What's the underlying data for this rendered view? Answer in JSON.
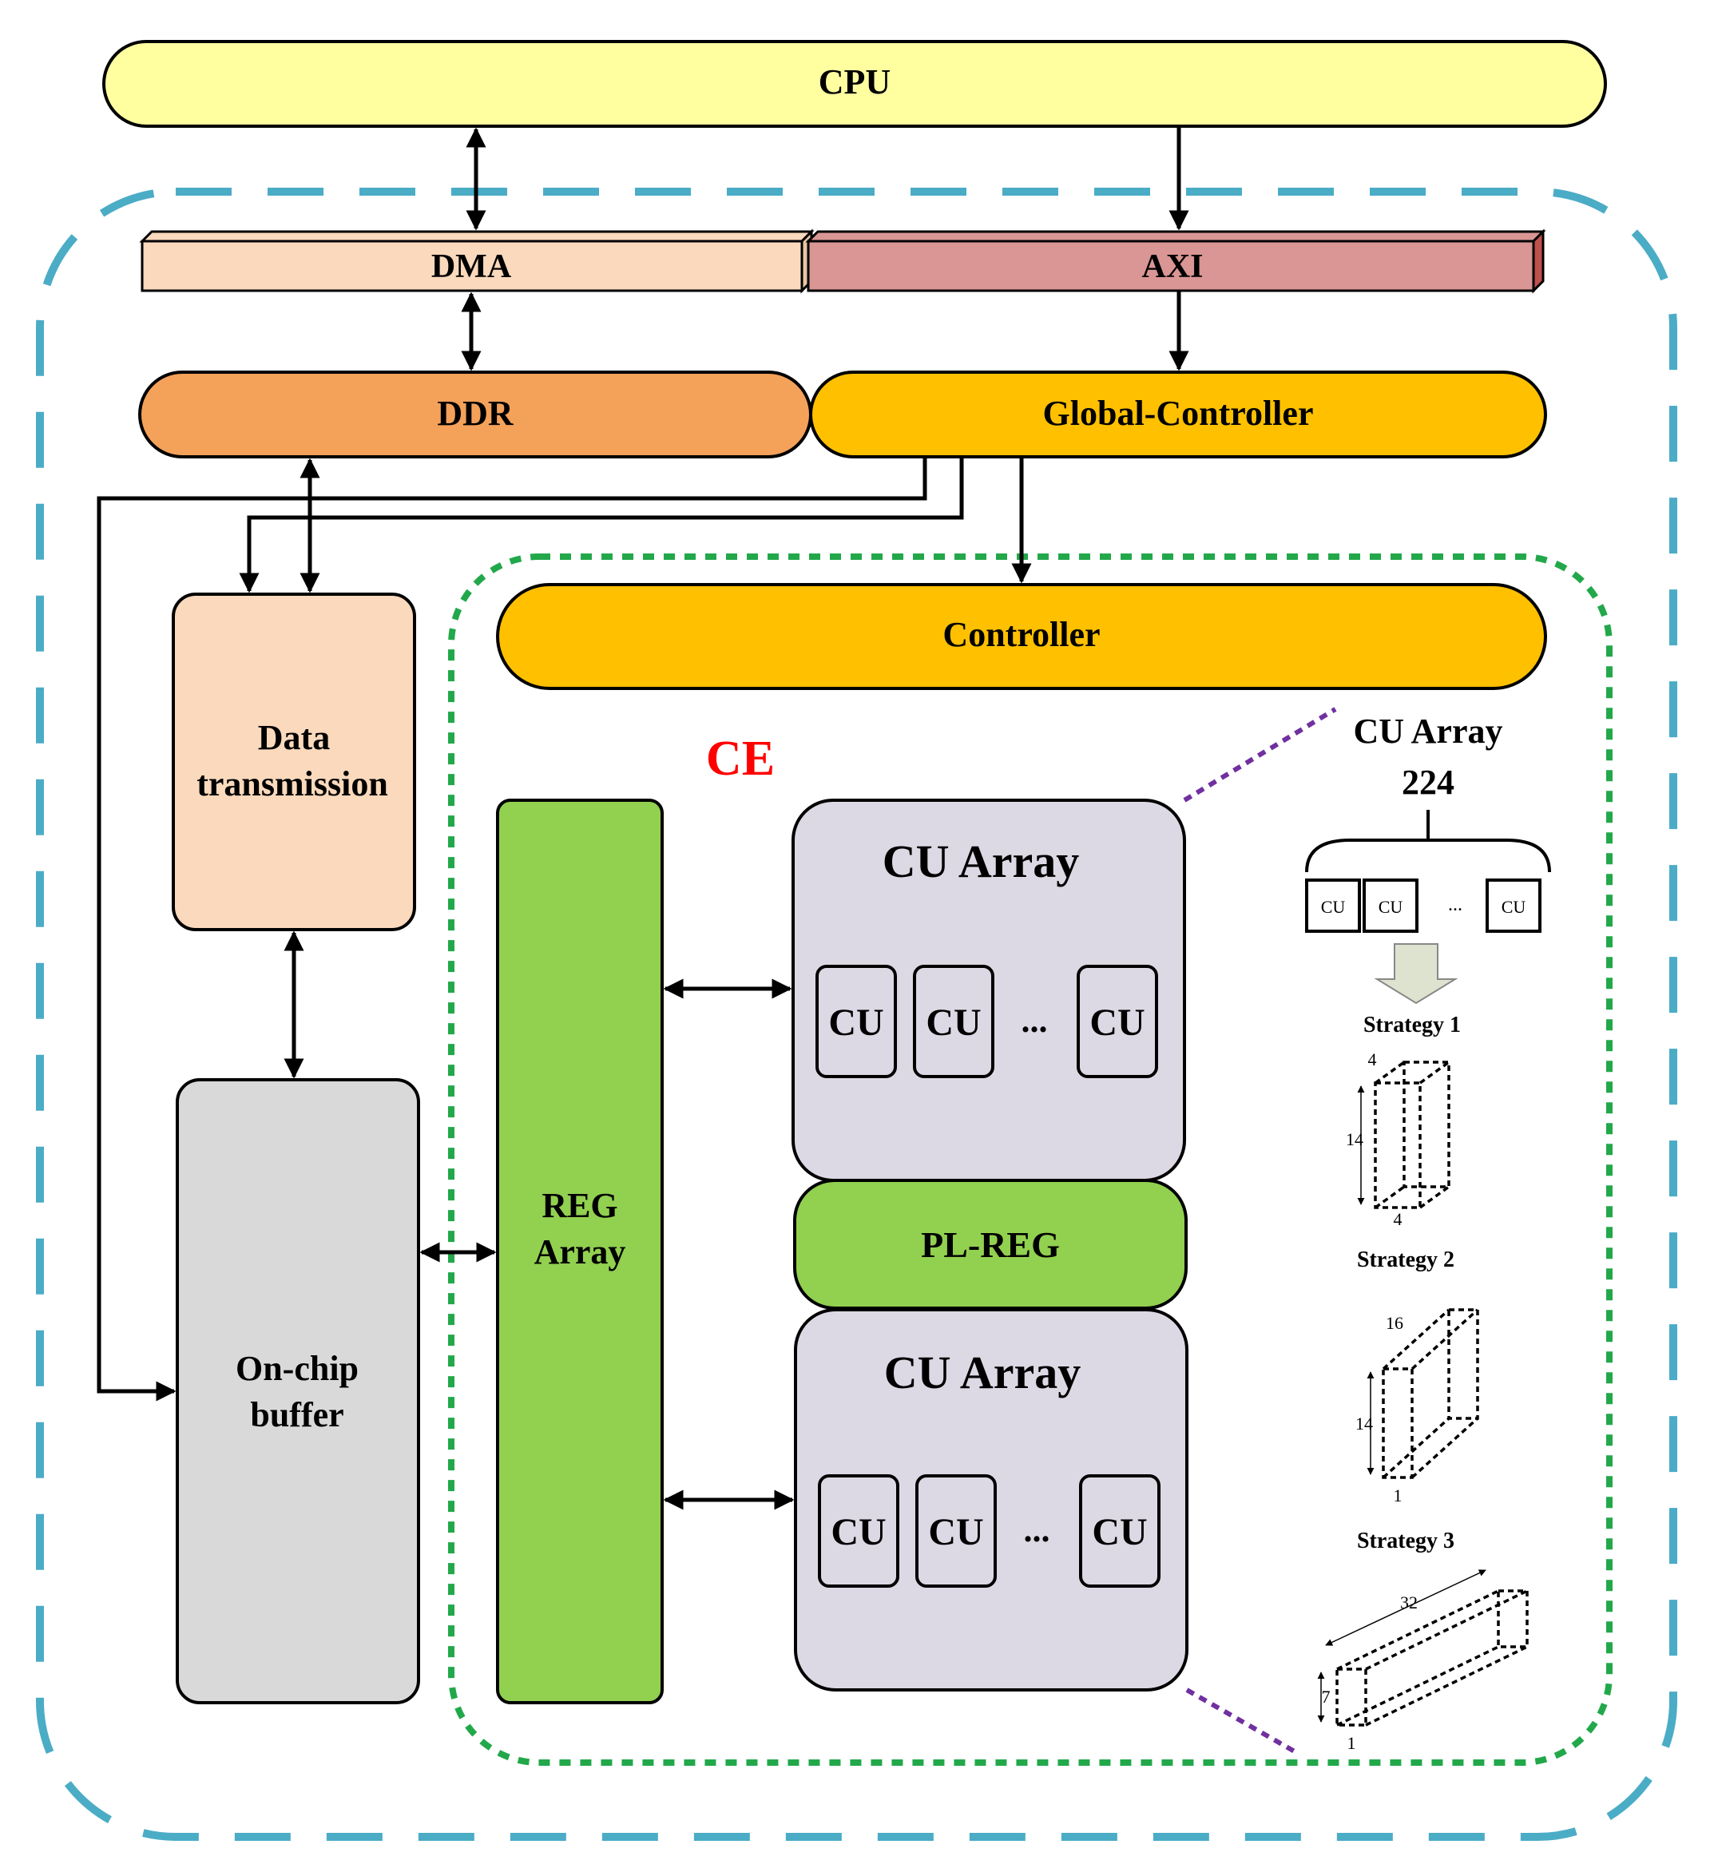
{
  "labels": {
    "cpu": "CPU",
    "dma": "DMA",
    "axi": "AXI",
    "ddr": "DDR",
    "global_controller": "Global-Controller",
    "controller": "Controller",
    "data_transmission_line1": "Data",
    "data_transmission_line2": "transmission",
    "onchip_line1": "On-chip",
    "onchip_line2": "buffer",
    "ce": "CE",
    "reg_line1": "REG",
    "reg_line2": "Array",
    "cu_array": "CU Array",
    "pl_reg": "PL-REG",
    "cu": "CU",
    "ellipsis": "..."
  },
  "detail": {
    "title": "CU Array",
    "count": "224",
    "cu": "CU",
    "ellipsis": "...",
    "strategy1": {
      "label": "Strategy 1",
      "dims": [
        "4",
        "14",
        "4"
      ]
    },
    "strategy2": {
      "label": "Strategy 2",
      "dims": [
        "16",
        "14",
        "1"
      ]
    },
    "strategy3": {
      "label": "Strategy 3",
      "dims": [
        "32",
        "7",
        "1"
      ]
    }
  },
  "colors": {
    "cpu": "#FFFFA0",
    "dma": "#FAD9BC",
    "axi": "#D99694",
    "ddr": "#F4A15A",
    "controller": "#FFC000",
    "data_transmission": "#FAD9BC",
    "onchip_buffer": "#D9D9D9",
    "reg_array": "#92D050",
    "cu_array": "#DDD9E4",
    "outer_border": "#4BACC6",
    "ce_border": "#22A84A",
    "ce_label": "#FF0000",
    "zoom_line": "#7030A0",
    "down_arrow": "#DDE3CF"
  }
}
